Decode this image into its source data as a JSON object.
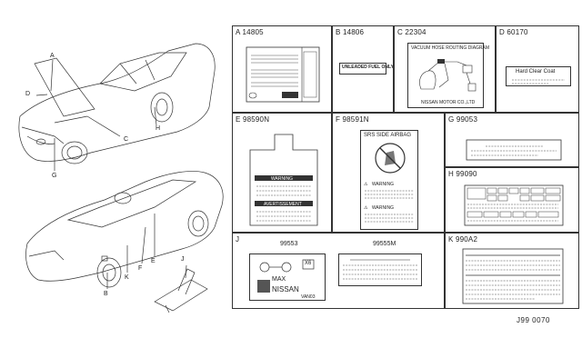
{
  "callouts": {
    "a": "A",
    "b": "B",
    "c": "C",
    "d": "D",
    "e": "E",
    "f": "F",
    "g": "G",
    "h": "H",
    "j": "J",
    "k": "K"
  },
  "panels": {
    "a": {
      "title": "A 14805"
    },
    "b": {
      "title": "B 14806",
      "label_text": "UNLEADED FUEL ONLY"
    },
    "c": {
      "title": "C 22304",
      "heading": "VACUUM HOSE ROUTING DIAGRAM",
      "footer": "NISSAN MOTOR CO.,LTD"
    },
    "d": {
      "title": "D 60170",
      "label_text": "Hard Clear Coat"
    },
    "e": {
      "title": "E 98590N",
      "warning1": "WARNING",
      "warning2": "AVERTISSEMENT"
    },
    "f": {
      "title": "F 98591N",
      "heading": "SRS SIDE AIRBAG",
      "warning1": "WARNING",
      "warning2": "WARNING"
    },
    "g": {
      "title": "G 99053"
    },
    "h": {
      "title": "H 99090"
    },
    "j": {
      "title": "J",
      "part1": "99553",
      "part2": "99555M",
      "max_text": "MAX",
      "brand": "NISSAN",
      "x6": "X6",
      "small": "VAN03"
    },
    "k": {
      "title": "K 990A2"
    }
  },
  "footer_code": "J99 0070"
}
